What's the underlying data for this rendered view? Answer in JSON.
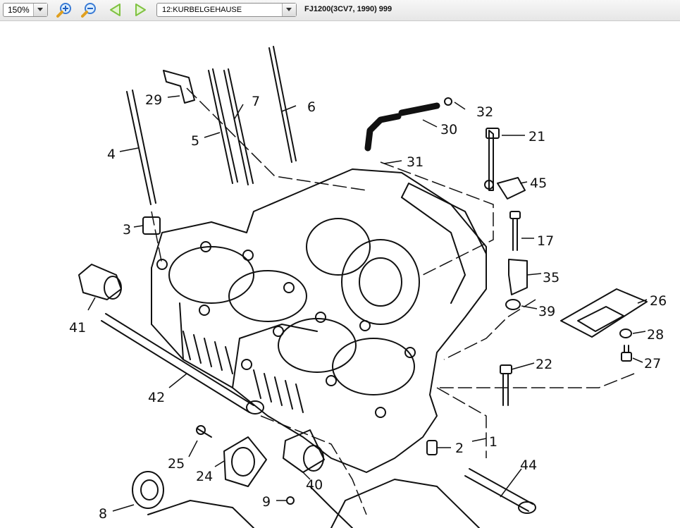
{
  "toolbar": {
    "zoom_value": "150%",
    "icons": [
      "zoom-in-icon",
      "zoom-out-icon",
      "previous-arrow-icon",
      "next-arrow-icon",
      "chevron-down-icon"
    ],
    "part_group": "12:KURBELGEHAUSE",
    "model": "FJ1200(3CV7, 1990) 999"
  },
  "diagram": {
    "callouts": [
      "29",
      "7",
      "6",
      "32",
      "4",
      "5",
      "30",
      "21",
      "31",
      "45",
      "3",
      "17",
      "35",
      "41",
      "39",
      "26",
      "28",
      "22",
      "27",
      "42",
      "2",
      "1",
      "25",
      "24",
      "44",
      "40",
      "9",
      "8"
    ]
  },
  "colors": {
    "toolbar_bg": "#ececec",
    "line": "#111111",
    "nav_arrow": "#7fc241",
    "zoom_icon": "#e0a020"
  }
}
